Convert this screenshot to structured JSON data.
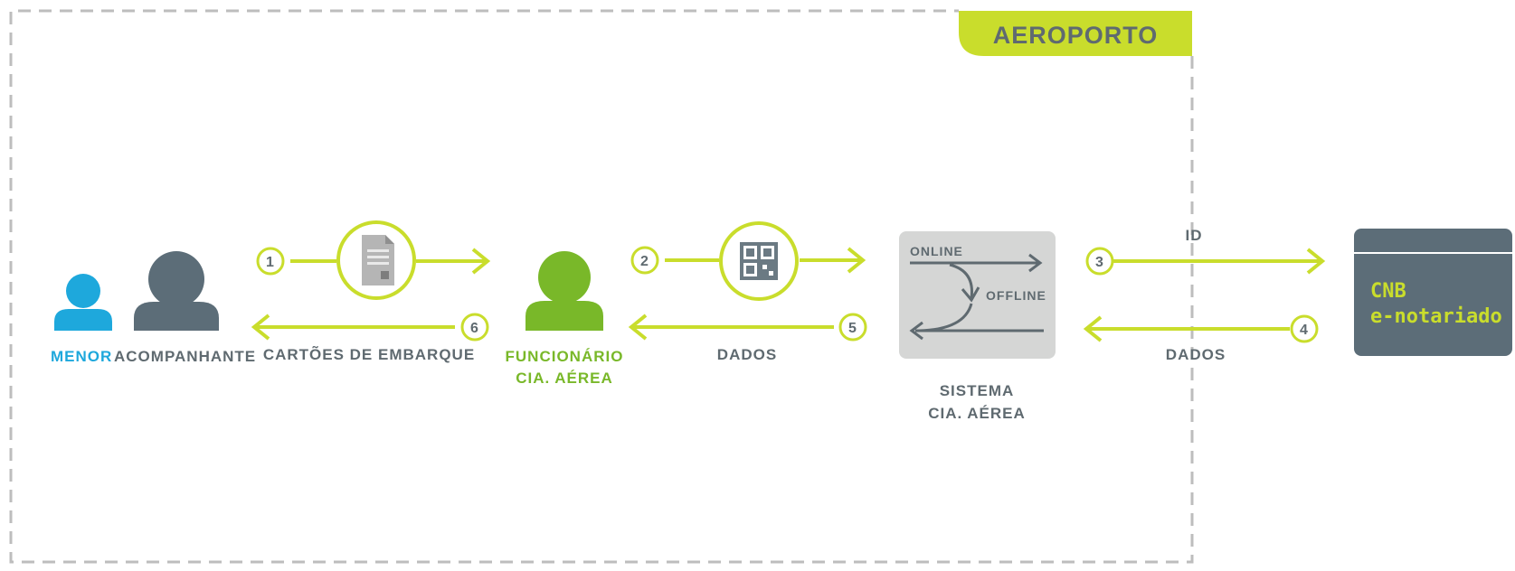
{
  "colors": {
    "accent_green": "#c9dd2c",
    "employee_green": "#79b829",
    "minor_blue": "#1ea8dc",
    "person_gray": "#5c6d78",
    "panel_gray": "#d5d6d5",
    "border_gray": "#bdbdbd",
    "text_gray": "#5f6a70"
  },
  "zone": {
    "title": "AEROPORTO"
  },
  "actors": {
    "minor": {
      "label": "MENOR",
      "icon": "person-icon"
    },
    "companion": {
      "label": "ACOMPANHANTE",
      "icon": "person-icon"
    },
    "employee": {
      "line1": "FUNCIONÁRIO",
      "line2": "CIA. AÉREA",
      "icon": "person-icon"
    },
    "system": {
      "line1": "SISTEMA",
      "line2": "CIA. AÉREA",
      "online_label": "ONLINE",
      "offline_label": "OFFLINE"
    },
    "cnb": {
      "line1": "CNB",
      "line2": "e-notariado"
    }
  },
  "steps": [
    {
      "number": "1",
      "direction": "forward"
    },
    {
      "number": "2",
      "direction": "forward"
    },
    {
      "number": "3",
      "direction": "forward",
      "label": "ID"
    },
    {
      "number": "4",
      "direction": "back",
      "label": "DADOS"
    },
    {
      "number": "5",
      "direction": "back",
      "label": "DADOS"
    },
    {
      "number": "6",
      "direction": "back",
      "label": "CARTÕES DE EMBARQUE"
    }
  ],
  "icons": {
    "document": "boarding-pass-document-icon",
    "qrcode": "qr-code-icon"
  }
}
